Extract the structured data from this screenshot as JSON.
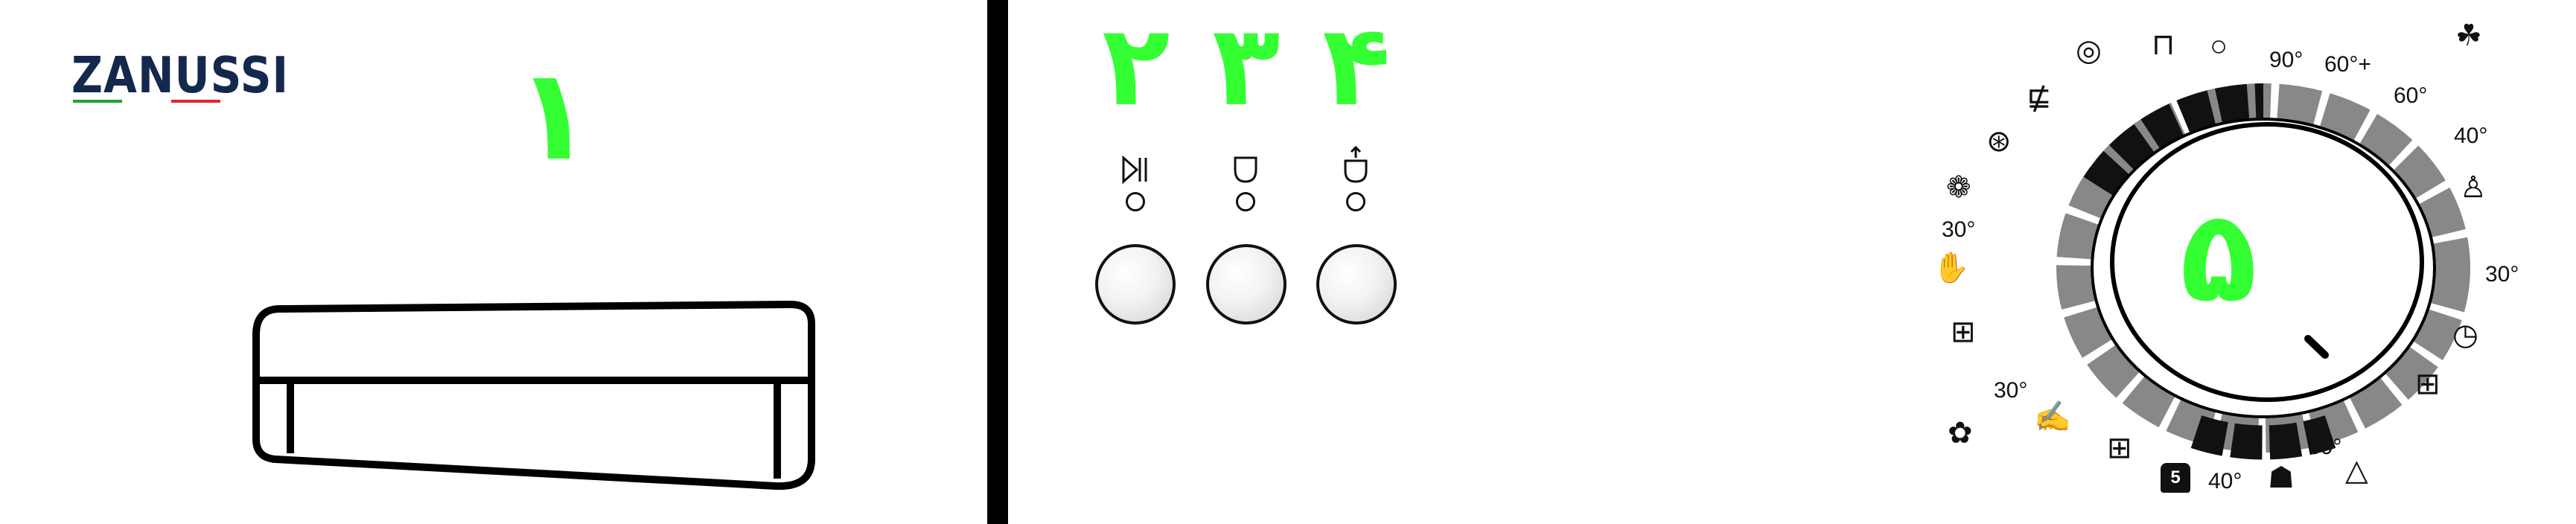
{
  "brand": {
    "name": "ZANUSSI",
    "accent_green": "#1aa533",
    "accent_red": "#e0262b"
  },
  "annotations": {
    "ac_unit": "۱",
    "button_1": "۲",
    "button_2": "۳",
    "button_3": "۴",
    "dial": "۵",
    "color": "#33ff33"
  },
  "buttons": [
    {
      "icon": "start-pause-icon"
    },
    {
      "icon": "delay-start-icon"
    },
    {
      "icon": "door-icon"
    }
  ],
  "dial": {
    "labels": {
      "t_90": "90°",
      "t_60_prewash": "60°+",
      "t_60_a": "60°",
      "t_40_a": "40°",
      "t_30_a": "30°",
      "t_30_b": "30°",
      "t_30_c": "30°",
      "t_40_b": "40°",
      "t_60_b": "60°",
      "t_quick": "5"
    },
    "icons": [
      "spin-icon",
      "drain-icon",
      "off-icon",
      "cotton-icon",
      "easy-iron-icon",
      "rinse-icon",
      "wool-icon",
      "handwash-icon",
      "rinse-hold-icon",
      "flower-icon",
      "hand-wash-basin-icon",
      "mini-icon",
      "baby-icon",
      "eco-icon",
      "quick-icon"
    ]
  }
}
